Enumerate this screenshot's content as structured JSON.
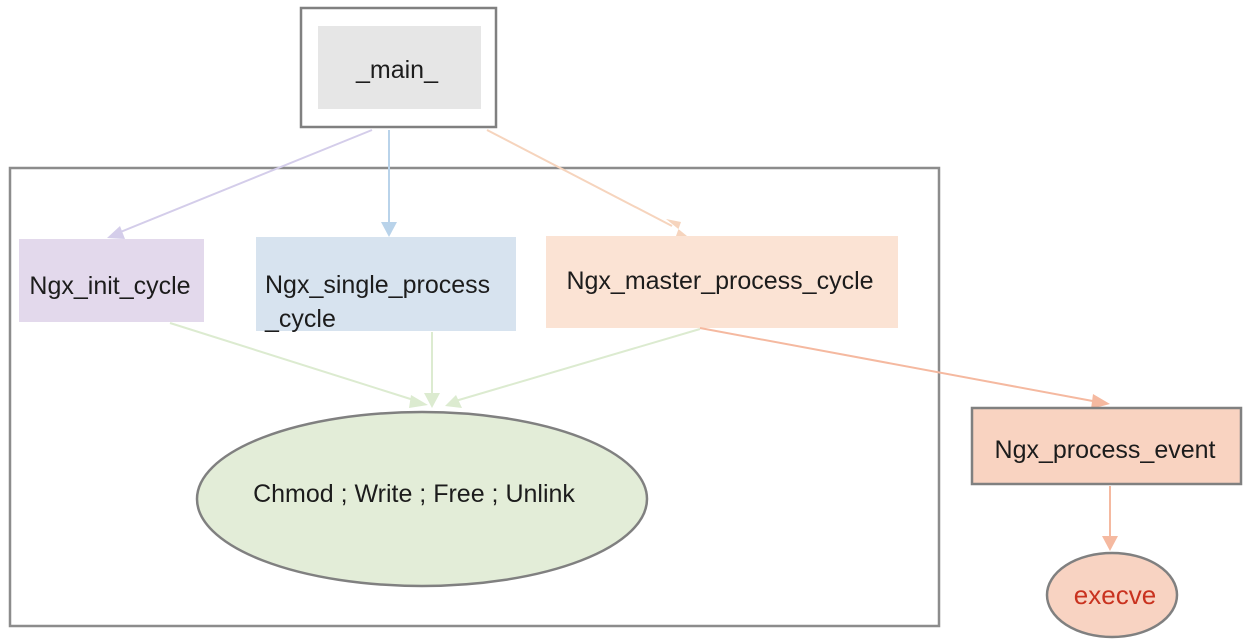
{
  "nodes": {
    "main": {
      "label": "_main_"
    },
    "init_cycle": {
      "label": "Ngx_init_cycle"
    },
    "single_process": {
      "label_line1": "Ngx_single_process",
      "label_line2": "_cycle"
    },
    "master_process": {
      "label": "Ngx_master_process_cycle"
    },
    "syscalls": {
      "label": "Chmod ; Write ; Free ; Unlink"
    },
    "process_event": {
      "label": "Ngx_process_event"
    },
    "execve": {
      "label": "execve"
    }
  },
  "colors": {
    "main_fill": "#e6e6e6",
    "init_fill": "#e3d9ec",
    "single_fill": "#d7e3ef",
    "master_fill": "#fbe3d4",
    "syscalls_fill": "#e3edd8",
    "process_event_fill": "#f9d3c1",
    "execve_fill": "#f8d3c2",
    "execve_text": "#c9321f",
    "border_gray": "#808080",
    "edge_purple": "#d4cdea",
    "edge_blue": "#b9d3ea",
    "edge_orange": "#f6d4bd",
    "edge_green": "#dcebd0",
    "edge_salmon": "#f5b9a0"
  }
}
